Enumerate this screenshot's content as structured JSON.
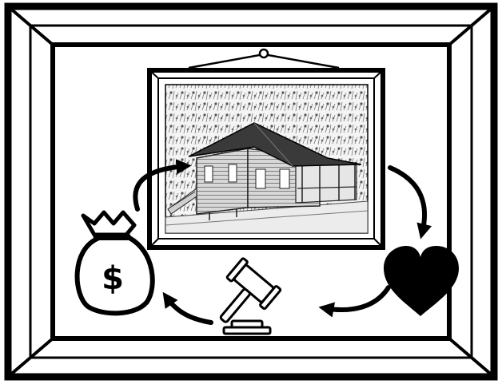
{
  "illustration": {
    "money_bag_symbol": "$",
    "icons": [
      "outer-frame",
      "hanging-wire",
      "house-picture",
      "heart-icon",
      "gavel-icon",
      "money-bag-icon",
      "cycle-arrows"
    ],
    "colors": {
      "ink": "#000000",
      "paper": "#ffffff",
      "roof": "#3a3a3a",
      "sky": "#e8e8e8"
    }
  }
}
